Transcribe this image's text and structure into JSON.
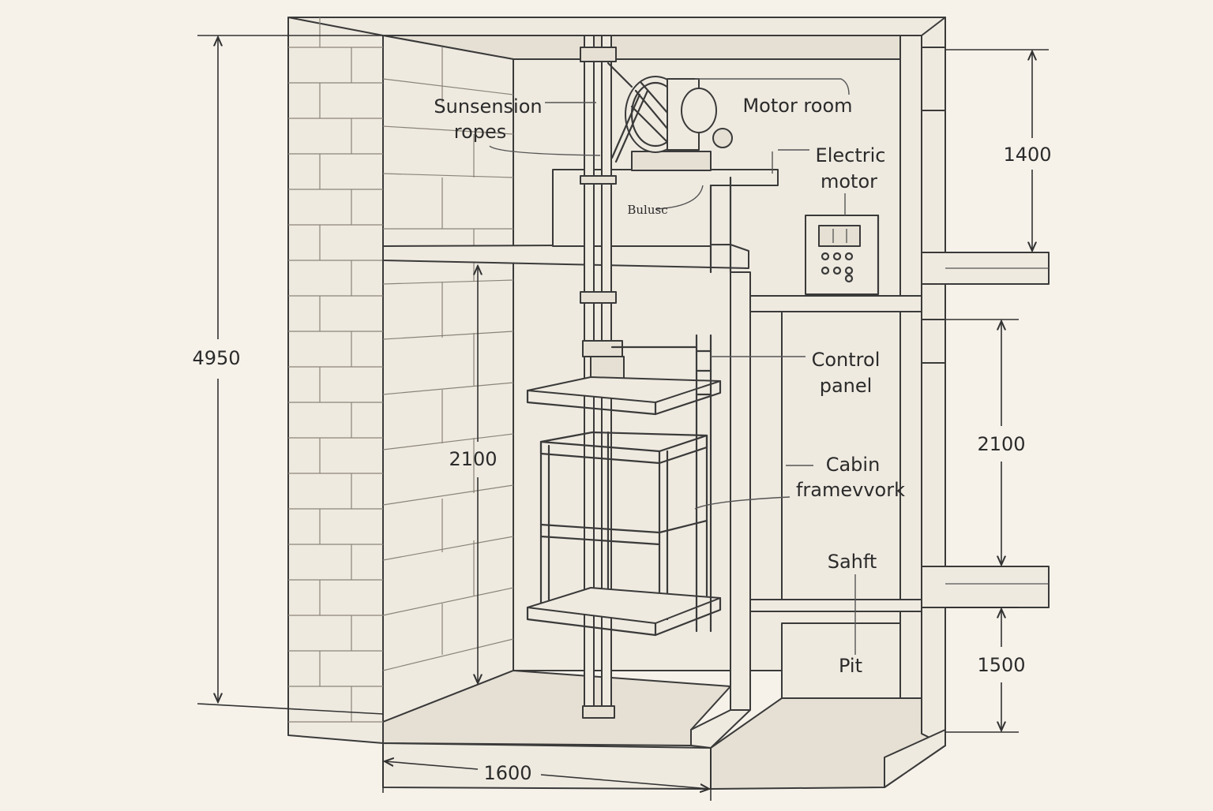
{
  "labels": {
    "suspension_ropes": [
      "Sunsension",
      "ropes"
    ],
    "motor_room": "Motor room",
    "electric_motor": [
      "Electric",
      "motor"
    ],
    "control_panel": [
      "Control",
      "panel"
    ],
    "cabin_framework": [
      "Cabin",
      "framevvork"
    ],
    "shaft": "Sahft",
    "pit": "Pit",
    "machine_plate": "Bulusc"
  },
  "dimensions": {
    "total_height": "4950",
    "motor_room_height": "1400",
    "cabin_height_inner": "2100",
    "cabin_height_side": "2100",
    "pit_depth": "1500",
    "shaft_width": "1600"
  }
}
